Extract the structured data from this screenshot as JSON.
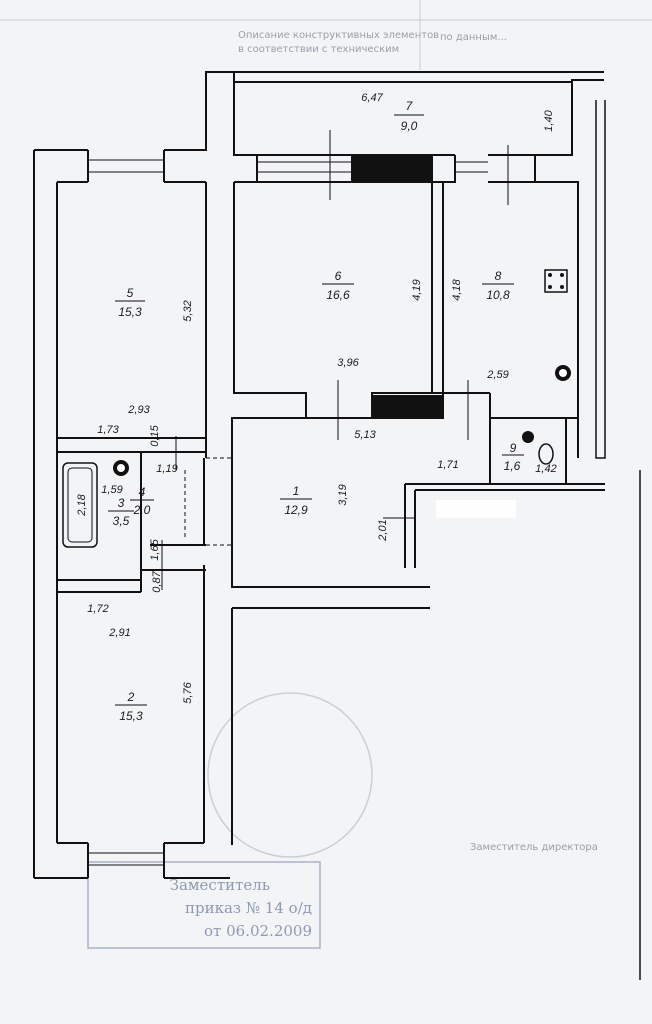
{
  "rooms": [
    {
      "number": "1",
      "area": "12,9"
    },
    {
      "number": "2",
      "area": "15,3"
    },
    {
      "number": "3",
      "area": "3,5"
    },
    {
      "number": "4",
      "area": "2,0"
    },
    {
      "number": "5",
      "area": "15,3"
    },
    {
      "number": "6",
      "area": "16,6"
    },
    {
      "number": "7",
      "area": "9,0"
    },
    {
      "number": "8",
      "area": "10,8"
    },
    {
      "number": "9",
      "area": "1,6"
    }
  ],
  "dimensions": {
    "loggia_length": "6,47",
    "loggia_width": "1,40",
    "r5_length": "5,32",
    "r5_width": "2,93",
    "r6_length": "4,19",
    "r6_width": "3,96",
    "r8_length": "4,18",
    "r8_width": "2,59",
    "hall_length": "5,13",
    "hall_width": "3,19",
    "hall_small": "1,71",
    "hall_recess": "2,01",
    "wc_width": "1,42",
    "bath_width": "1,73",
    "bath_depth": "1,59",
    "bath_tub": "2,18",
    "corr_width": "1,19",
    "corr_length": "1,65",
    "offset_a": "0,15",
    "offset_b": "0,87",
    "r2_width": "1,72",
    "r2_depth": "2,91",
    "r2_length": "5,76"
  },
  "background_text": {
    "header_line_1": "Описание конструктивных элементов",
    "header_line_2": "в соответствии с техническим",
    "header_right": "по данным...",
    "stamp_line_1": "Заместитель",
    "stamp_line_2": "приказ № 14 о/д",
    "stamp_line_3": "от 06.02.2009",
    "side_note": "Заместитель директора"
  }
}
